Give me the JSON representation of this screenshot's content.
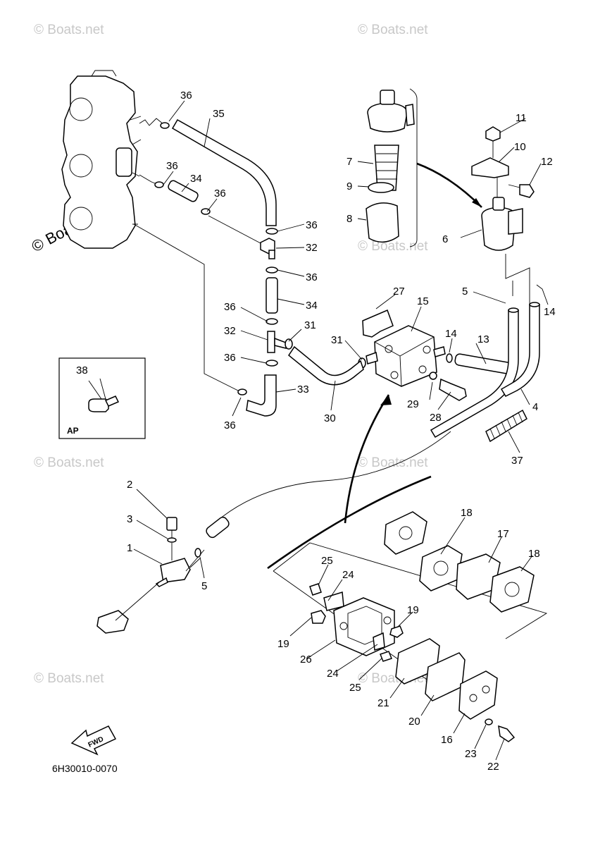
{
  "watermark": "© Boats.net",
  "diagram_code": "6H30010-0070",
  "fwd_label": "FWD",
  "inset_label": "AP",
  "labels": [
    {
      "id": "1",
      "text": "1"
    },
    {
      "id": "2",
      "text": "2"
    },
    {
      "id": "3",
      "text": "3"
    },
    {
      "id": "4",
      "text": "4"
    },
    {
      "id": "5a",
      "text": "5"
    },
    {
      "id": "5b",
      "text": "5"
    },
    {
      "id": "6",
      "text": "6"
    },
    {
      "id": "7",
      "text": "7"
    },
    {
      "id": "8",
      "text": "8"
    },
    {
      "id": "9",
      "text": "9"
    },
    {
      "id": "10",
      "text": "10"
    },
    {
      "id": "11",
      "text": "11"
    },
    {
      "id": "12",
      "text": "12"
    },
    {
      "id": "13",
      "text": "13"
    },
    {
      "id": "14a",
      "text": "14"
    },
    {
      "id": "14b",
      "text": "14"
    },
    {
      "id": "15",
      "text": "15"
    },
    {
      "id": "16",
      "text": "16"
    },
    {
      "id": "17",
      "text": "17"
    },
    {
      "id": "18a",
      "text": "18"
    },
    {
      "id": "18b",
      "text": "18"
    },
    {
      "id": "19a",
      "text": "19"
    },
    {
      "id": "19b",
      "text": "19"
    },
    {
      "id": "20",
      "text": "20"
    },
    {
      "id": "21",
      "text": "21"
    },
    {
      "id": "22",
      "text": "22"
    },
    {
      "id": "23",
      "text": "23"
    },
    {
      "id": "24a",
      "text": "24"
    },
    {
      "id": "24b",
      "text": "24"
    },
    {
      "id": "25a",
      "text": "25"
    },
    {
      "id": "25b",
      "text": "25"
    },
    {
      "id": "26",
      "text": "26"
    },
    {
      "id": "27",
      "text": "27"
    },
    {
      "id": "28",
      "text": "28"
    },
    {
      "id": "29",
      "text": "29"
    },
    {
      "id": "30",
      "text": "30"
    },
    {
      "id": "31a",
      "text": "31"
    },
    {
      "id": "31b",
      "text": "31"
    },
    {
      "id": "32a",
      "text": "32"
    },
    {
      "id": "32b",
      "text": "32"
    },
    {
      "id": "33",
      "text": "33"
    },
    {
      "id": "34a",
      "text": "34"
    },
    {
      "id": "34b",
      "text": "34"
    },
    {
      "id": "35",
      "text": "35"
    },
    {
      "id": "36a",
      "text": "36"
    },
    {
      "id": "36b",
      "text": "36"
    },
    {
      "id": "36c",
      "text": "36"
    },
    {
      "id": "36d",
      "text": "36"
    },
    {
      "id": "36e",
      "text": "36"
    },
    {
      "id": "36f",
      "text": "36"
    },
    {
      "id": "36g",
      "text": "36"
    },
    {
      "id": "36h",
      "text": "36"
    },
    {
      "id": "37",
      "text": "37"
    },
    {
      "id": "38",
      "text": "38"
    }
  ]
}
